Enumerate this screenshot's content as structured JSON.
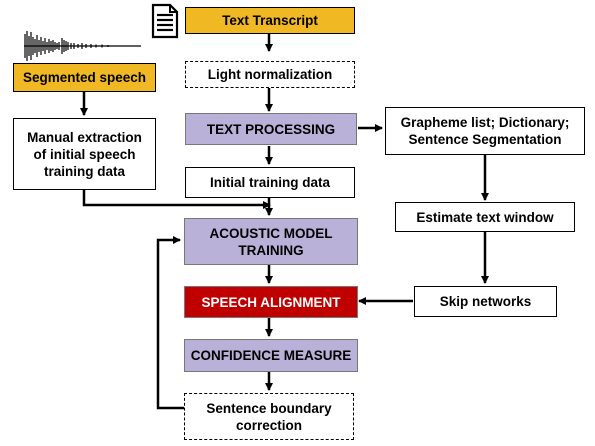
{
  "nodes": {
    "text_transcript": "Text Transcript",
    "light_normalization": "Light normalization",
    "text_processing": "TEXT PROCESSING",
    "initial_training_data": "Initial training data",
    "acoustic_model_training": "ACOUSTIC MODEL TRAINING",
    "speech_alignment": "SPEECH ALIGNMENT",
    "confidence_measure": "CONFIDENCE MEASURE",
    "sentence_boundary_correction": "Sentence boundary correction",
    "segmented_speech": "Segmented speech",
    "manual_extraction": "Manual extraction of initial speech training data",
    "grapheme_list": "Grapheme list; Dictionary; Sentence Segmentation",
    "estimate_text_window": "Estimate text window",
    "skip_networks": "Skip networks"
  },
  "colors": {
    "input_box": "#f0b823",
    "process_box": "#b9b1d7",
    "alignment_box": "#c00000",
    "line": "#000000"
  },
  "icons": {
    "document": "document-icon",
    "waveform": "waveform-icon"
  }
}
